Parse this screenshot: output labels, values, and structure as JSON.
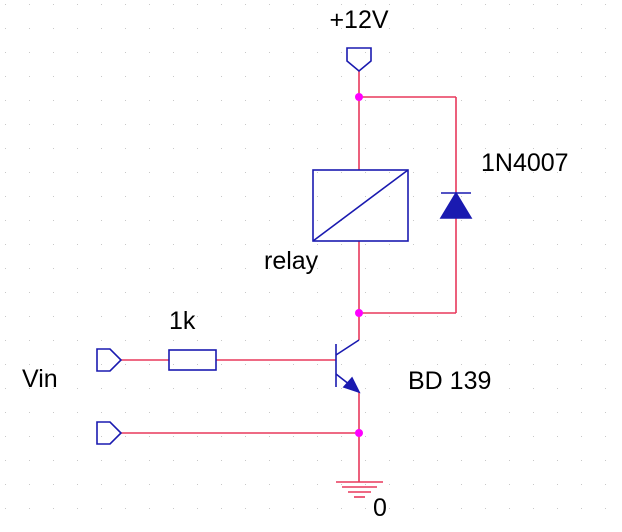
{
  "labels": {
    "supply": "+12V",
    "diode": "1N4007",
    "relay": "relay",
    "resistor": "1k",
    "input": "Vin",
    "transistor": "BD 139",
    "ground": "0"
  },
  "colors": {
    "wire": "#e8385c",
    "component": "#1a1ab0",
    "junction": "#ff00ff",
    "grid_dot": "#c8c8c8",
    "text": "#000000",
    "background": "#ffffff"
  }
}
